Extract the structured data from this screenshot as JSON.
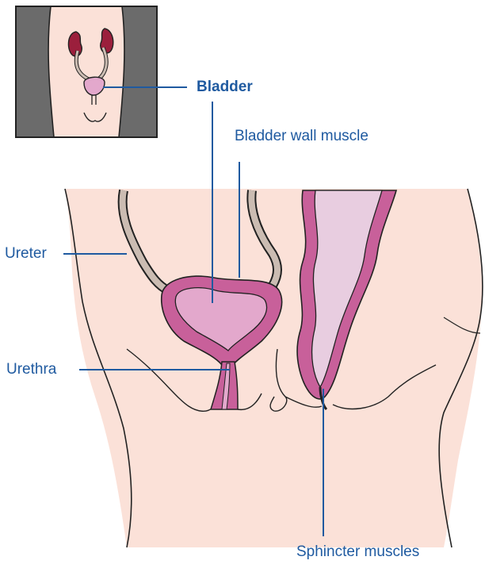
{
  "labels": {
    "bladder": "Bladder",
    "bladder_wall_muscle": "Bladder wall muscle",
    "ureter": "Ureter",
    "urethra": "Urethra",
    "sphincter_muscles": "Sphincter muscles"
  },
  "colors": {
    "label_text": "#1f5aa0",
    "leader_line": "#1f5aa0",
    "skin": "#fbe1d8",
    "outline": "#222222",
    "bladder_wall": "#c8609a",
    "bladder_inner": "#e3a8cc",
    "rectum_inner": "#e8cde0",
    "ureter_tube": "#cbbcb2",
    "kidney": "#9b1f3c",
    "inset_grey": "#6b6b6b"
  }
}
